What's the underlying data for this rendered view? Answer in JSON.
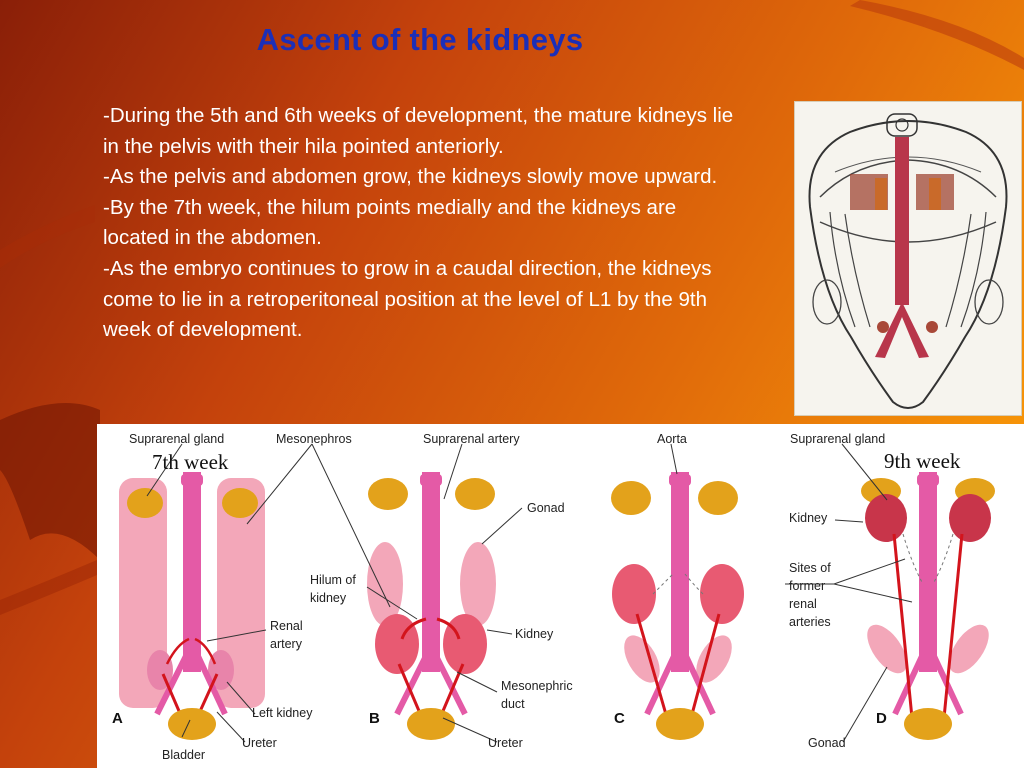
{
  "slide": {
    "title": "Ascent of the kidneys",
    "paragraphs": [
      "-During the 5th and 6th weeks of development, the mature kidneys lie in the pelvis with their hila pointed anteriorly.",
      "-As the pelvis and abdomen grow, the kidneys slowly move upward.",
      "-By the 7th week, the hilum points medially and the kidneys are located in the abdomen.",
      "-As the embryo continues to grow in a caudal direction, the kidneys come to lie in a retroperitoneal position at the level of L1 by the 9th week of development."
    ]
  },
  "figure": {
    "week_labels": {
      "first": "7th week",
      "last": "9th week"
    },
    "panels": [
      "A",
      "B",
      "C",
      "D"
    ],
    "labels": {
      "suprarenal_gland_a": "Suprarenal gland",
      "mesonephros": "Mesonephros",
      "suprarenal_artery": "Suprarenal artery",
      "aorta": "Aorta",
      "suprarenal_gland_d": "Suprarenal gland",
      "gonad_b": "Gonad",
      "hilum_of_kidney": [
        "Hilum of",
        "kidney"
      ],
      "renal_artery": [
        "Renal",
        "artery"
      ],
      "kidney_b": "Kidney",
      "kidney_d": "Kidney",
      "sites_of_former_renal_arteries": [
        "Sites of",
        "former",
        "renal",
        "arteries"
      ],
      "mesonephric_duct": [
        "Mesonephric",
        "duct"
      ],
      "left_kidney": "Left kidney",
      "bladder": "Bladder",
      "ureter_a": "Ureter",
      "ureter_b": "Ureter",
      "gonad_d": "Gonad"
    }
  },
  "colors": {
    "title": "#1c2fb8",
    "body_text": "#ffffff",
    "vessel_pink": "#e45aa6",
    "mesonephros_pink": "#f3a7b9",
    "kidney_red": "#c8354a",
    "artery_red": "#d3141c",
    "gland_gold": "#e3a21b"
  }
}
